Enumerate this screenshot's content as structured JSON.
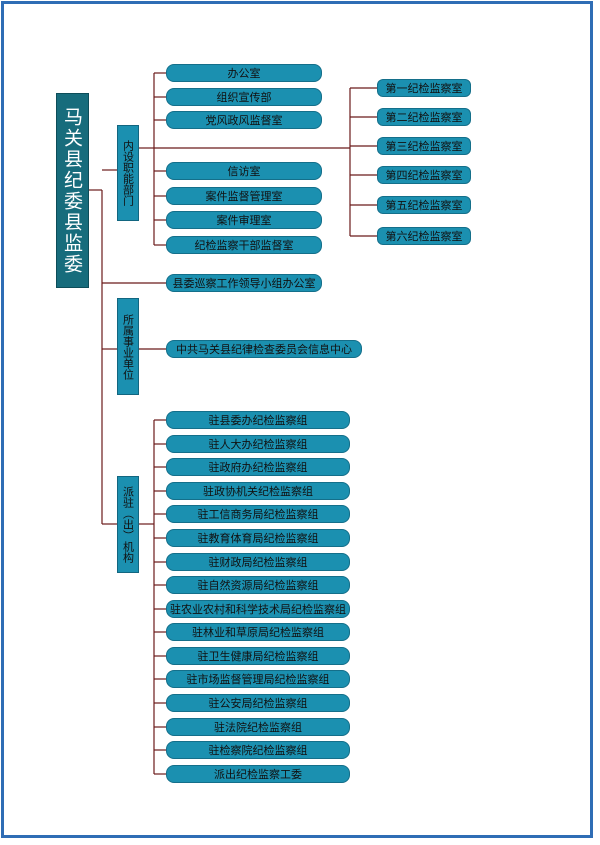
{
  "root": {
    "title": "马关县纪委县监委"
  },
  "categories": {
    "internal": "内设职能部门",
    "affiliated": "所属事业单位",
    "dispatched": "派驻（出）机构"
  },
  "internal_depts": [
    "办公室",
    "组织宣传部",
    "党风政风监督室",
    "信访室",
    "案件监督管理室",
    "案件审理室",
    "纪检监察干部监督室"
  ],
  "inspection_rooms": [
    "第一纪检监察室",
    "第二纪检监察室",
    "第三纪检监察室",
    "第四纪检监察室",
    "第五纪检监察室",
    "第六纪检监察室"
  ],
  "patrol_office": "县委巡察工作领导小组办公室",
  "affiliated_units": [
    "中共马关县纪律检查委员会信息中心"
  ],
  "dispatched_groups": [
    "驻县委办纪检监察组",
    "驻人大办纪检监察组",
    "驻政府办纪检监察组",
    "驻政协机关纪检监察组",
    "驻工信商务局纪检监察组",
    "驻教育体育局纪检监察组",
    "驻财政局纪检监察组",
    "驻自然资源局纪检监察组",
    "驻农业农村和科学技术局纪检监察组",
    "驻林业和草原局纪检监察组",
    "驻卫生健康局纪检监察组",
    "驻市场监督管理局纪检监察组",
    "驻公安局纪检监察组",
    "驻法院纪检监察组",
    "驻检察院纪检监察组",
    "派出纪检监察工委"
  ],
  "colors": {
    "box": "#1b90b0",
    "root": "#176c7c",
    "line": "#6b1a1a",
    "frame": "#2f6db5"
  }
}
